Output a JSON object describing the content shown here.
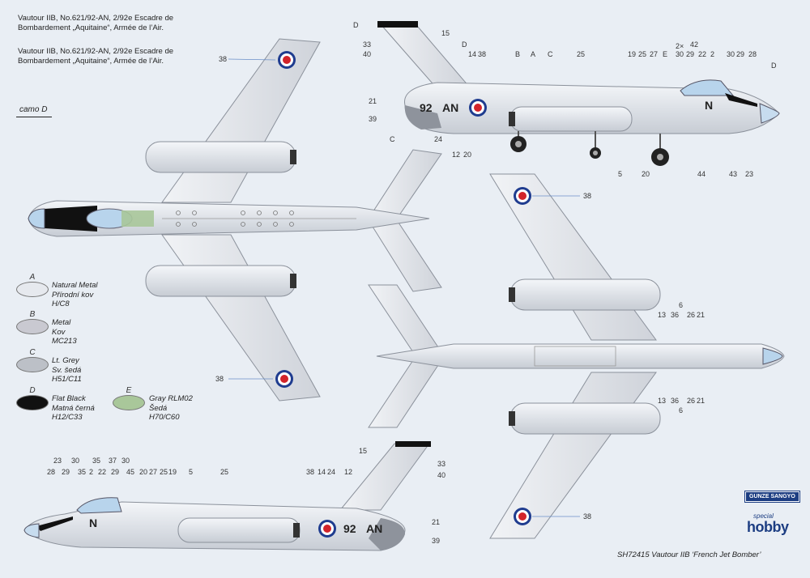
{
  "captions": {
    "caption1_line1": "Vautour IIB, No.621/92-AN, 2/92e Escadre de",
    "caption1_line2": "Bombardement „Aquitaine“, Armée de l’Air.",
    "caption2_line1": "Vautour IIB, No.621/92-AN, 2/92e Escadre de",
    "caption2_line2": "Bombardement „Aquitaine“, Armée de l’Air.",
    "camo": "camo D"
  },
  "colors": [
    {
      "letter": "A",
      "lines": [
        "Natural Metal",
        "Přírodní kov",
        "H/C8"
      ],
      "hex": "#e6e9ee"
    },
    {
      "letter": "B",
      "lines": [
        "Metal",
        "Kov",
        "MC213"
      ],
      "hex": "#c9c9d1"
    },
    {
      "letter": "C",
      "lines": [
        "Lt. Grey",
        "Sv. šedá",
        "H51/C11"
      ],
      "hex": "#bcc0c7"
    },
    {
      "letter": "D",
      "lines": [
        "Flat Black",
        "Matná černá",
        "H12/C33"
      ],
      "hex": "#111111"
    },
    {
      "letter": "E",
      "lines": [
        "Gray RLM02",
        "Šedá",
        "H70/C60"
      ],
      "hex": "#a9c79a"
    }
  ],
  "markings": {
    "code": "92-AN",
    "code_side_left": "92",
    "code_side_right": "AN",
    "nose_letter": "N",
    "top_code": "N"
  },
  "callouts": {
    "c38": "38",
    "cD": "D",
    "c33": "33",
    "c40": "40",
    "c15": "15",
    "c14": "14",
    "cB": "B",
    "cA": "A",
    "cC": "C",
    "c25": "25",
    "c19": "19",
    "c2x": "2×",
    "c42": "42",
    "cE": "E",
    "c30": "30",
    "c29": "29",
    "c22": "22",
    "c2": "2",
    "c28": "28",
    "c21": "21",
    "c39": "39",
    "c24": "24",
    "c12": "12",
    "c20": "20",
    "c5": "5",
    "c44": "44",
    "c43": "43",
    "c23": "23",
    "c13": "13",
    "c36": "36",
    "c6": "6",
    "c26": "26",
    "c35": "35",
    "c37": "37",
    "c45": "45",
    "c27": "27"
  },
  "footer": {
    "product": "SH72415 Vautour IIB ‘French Jet Bomber’",
    "logo1": "GUNZE SANGYO",
    "logo2_small": "special",
    "logo2_big": "hobby"
  }
}
